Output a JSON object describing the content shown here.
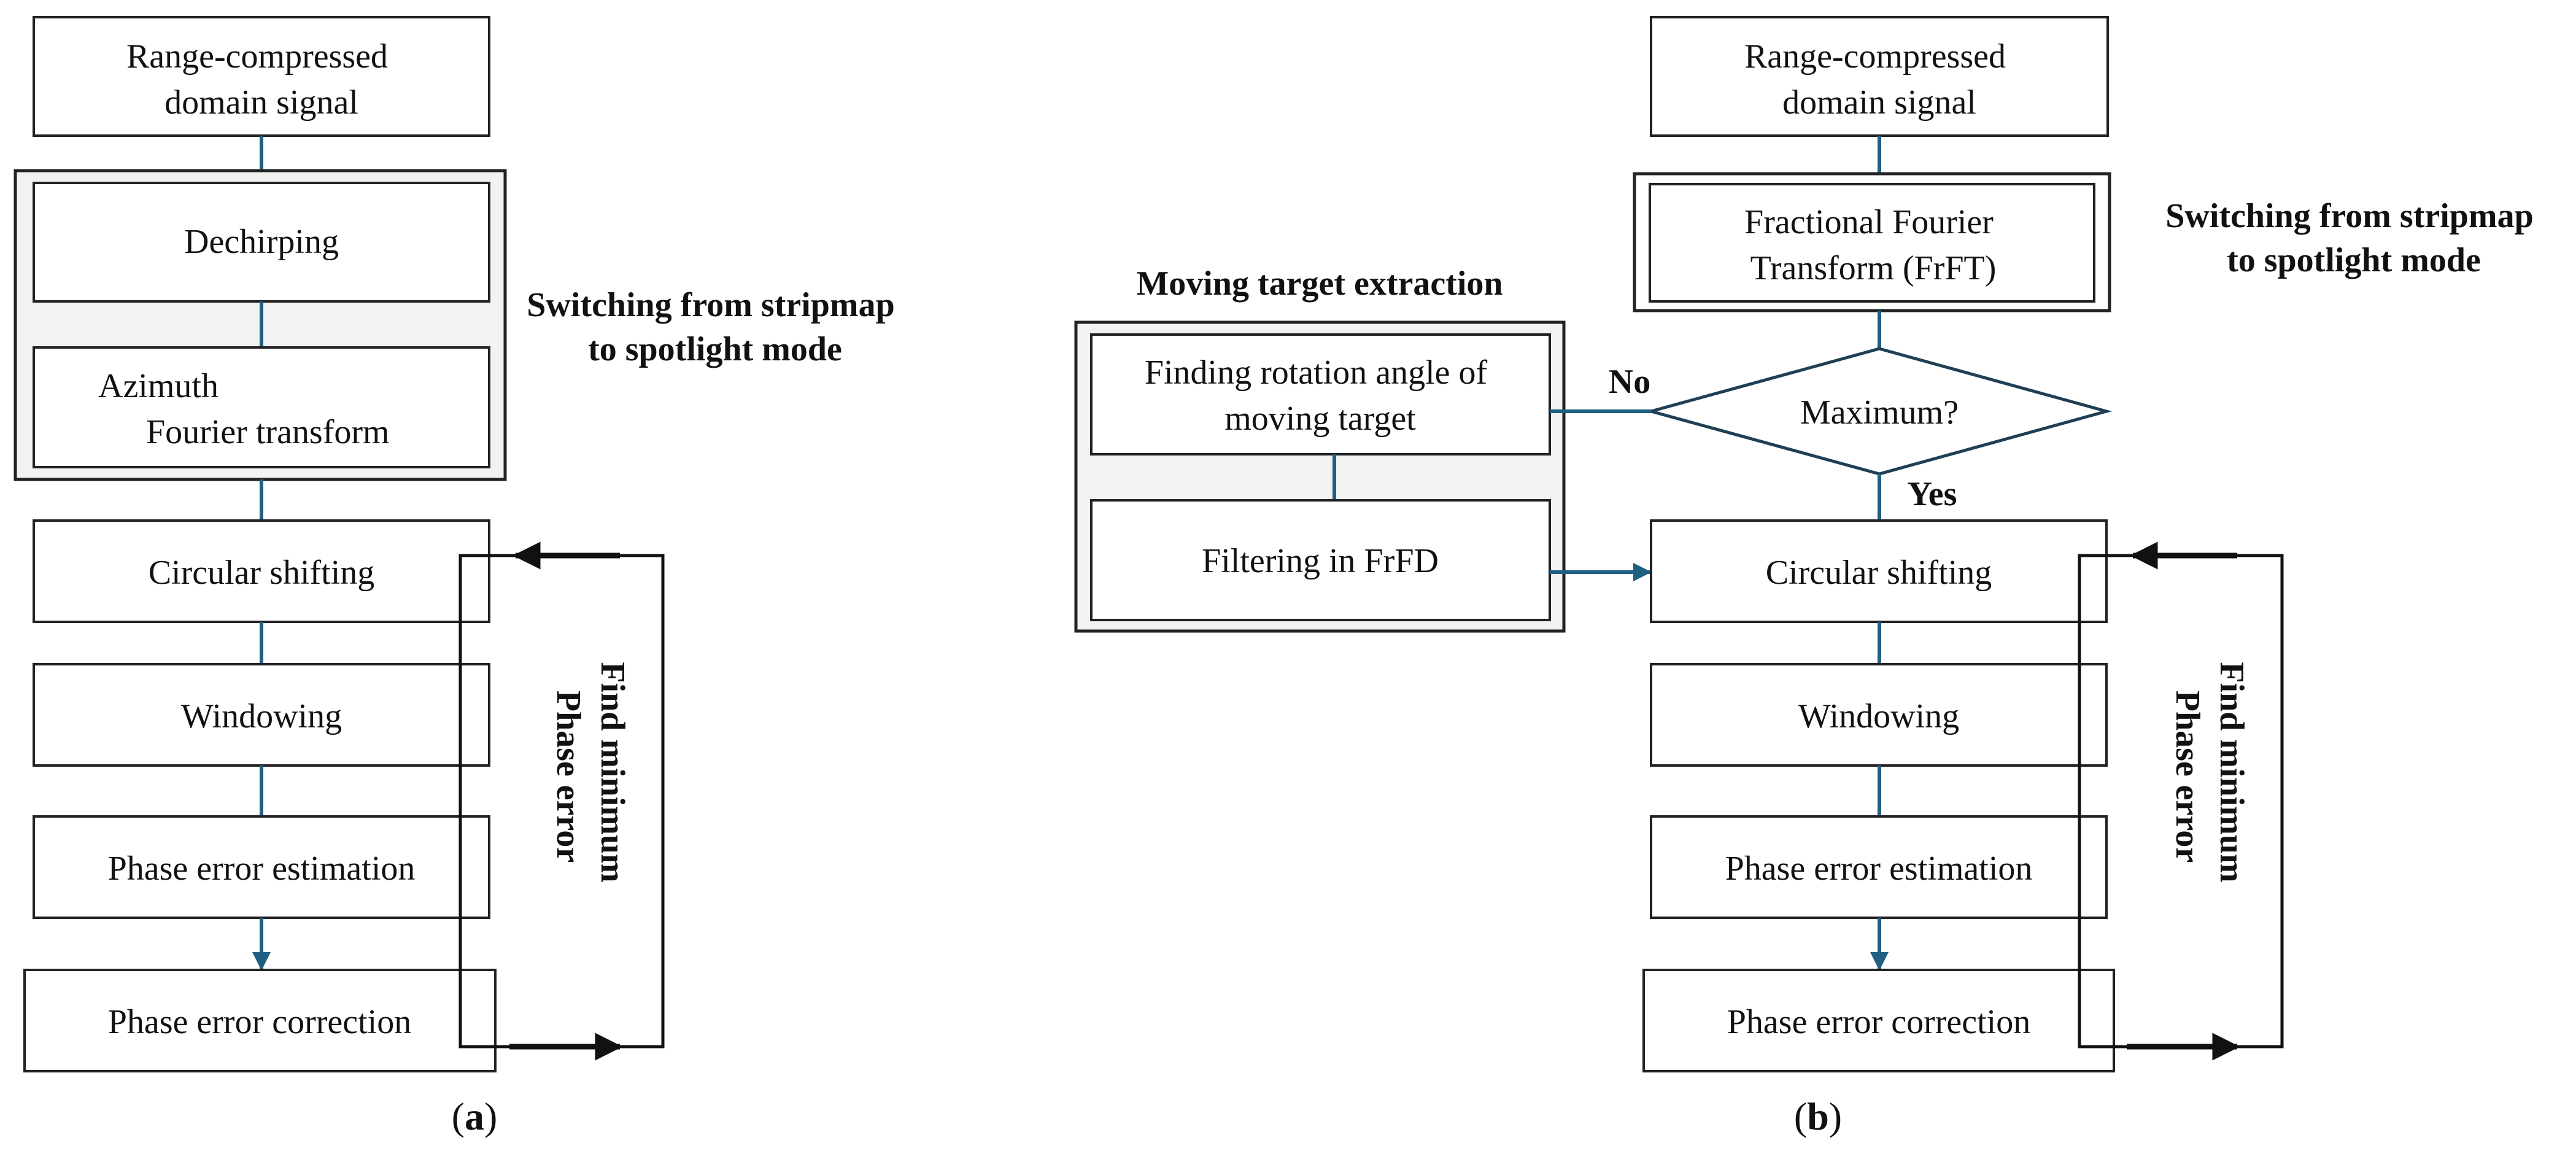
{
  "colors": {
    "connector": "#1f5f82",
    "box_stroke": "#222222",
    "group_fill": "#f2f2f2",
    "feedback_arrow": "#111111"
  },
  "panel_a": {
    "input": [
      "Range-compressed",
      "domain signal"
    ],
    "group_label": [
      "Switching from stripmap",
      "to spotlight mode"
    ],
    "dechirping": "Dechirping",
    "azimuth_ft": [
      "Azimuth",
      "Fourier transform"
    ],
    "circular_shifting": "Circular shifting",
    "windowing": "Windowing",
    "phase_error_estimation": "Phase error estimation",
    "phase_error_correction": "Phase error correction",
    "loop_label": [
      "Find minimum",
      "Phase error"
    ],
    "caption": {
      "open": "(",
      "letter": "a",
      "close": ")"
    }
  },
  "panel_b": {
    "input": [
      "Range-compressed",
      "domain signal"
    ],
    "frft": [
      "Fractional Fourier",
      "Transform (FrFT)"
    ],
    "group_label": [
      "Switching from stripmap",
      "to spotlight mode"
    ],
    "moving_target_title": "Moving target extraction",
    "finding_rotation": [
      "Finding rotation angle of",
      "moving target"
    ],
    "filtering": "Filtering in FrFD",
    "decision": "Maximum?",
    "no_label": "No",
    "yes_label": "Yes",
    "circular_shifting": "Circular shifting",
    "windowing": "Windowing",
    "phase_error_estimation": "Phase error estimation",
    "phase_error_correction": "Phase error correction",
    "loop_label": [
      "Find minimum",
      "Phase error"
    ],
    "caption": {
      "open": "(",
      "letter": "b",
      "close": ")"
    }
  }
}
